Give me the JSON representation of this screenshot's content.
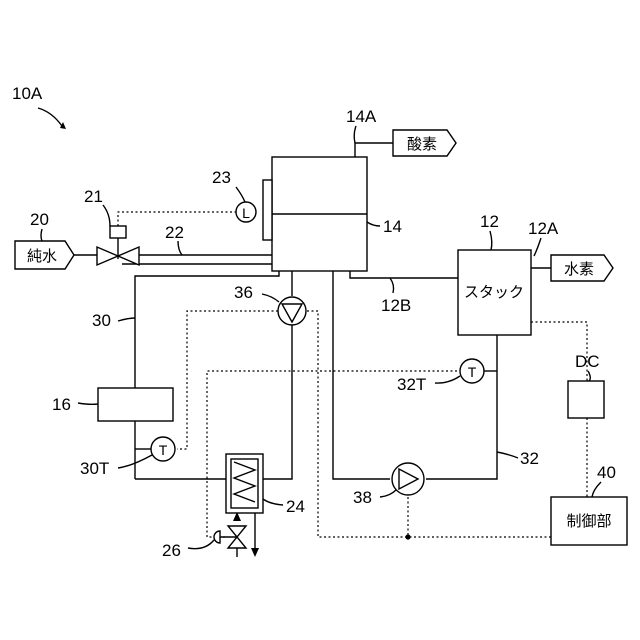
{
  "labels": {
    "system": "10A",
    "oxygen_outlet_ref": "14A",
    "oxygen": "酸素",
    "level_sensor_ref": "23",
    "level_symbol": "L",
    "valve_ref": "21",
    "pure_water_ref": "20",
    "pure_water": "純水",
    "supply_line_ref": "22",
    "separator_ref": "14",
    "stack_ref": "12",
    "hydrogen_outlet_ref": "12A",
    "hydrogen": "水素",
    "stack": "スタック",
    "stack_line_ref": "12B",
    "pump1_ref": "36",
    "circuit_ref": "30",
    "temp_symbol": "T",
    "stack_temp_ref": "32T",
    "dc_ref": "DC",
    "tank_ref": "16",
    "circuit_temp_ref": "30T",
    "stack_circuit_ref": "32",
    "controller_ref": "40",
    "heat_exchanger_ref": "24",
    "pump2_ref": "38",
    "controller": "制御部",
    "coolant_valve_ref": "26"
  }
}
